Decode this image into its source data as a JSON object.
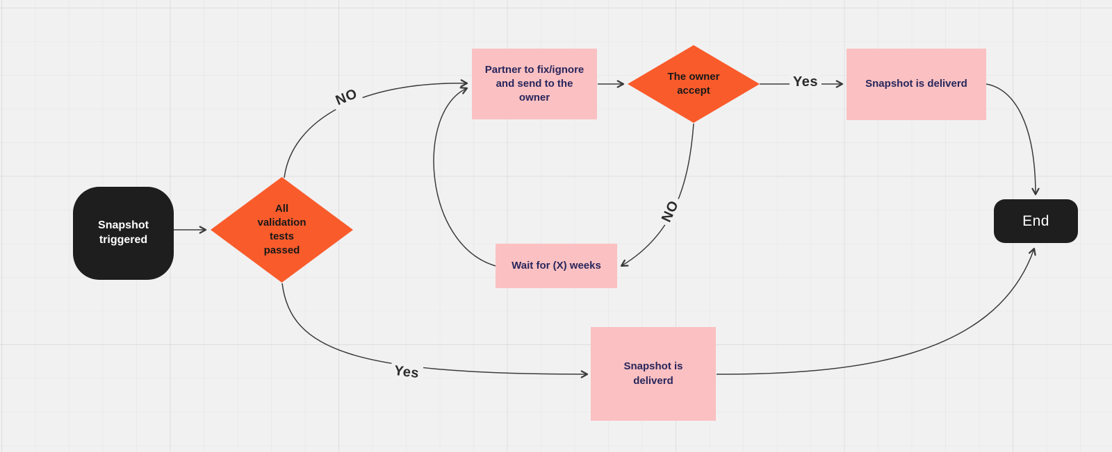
{
  "diagram": {
    "background": "#f1f1f2",
    "accent_orange": "#f95b2b",
    "accent_pink": "#fbc0c1",
    "terminal_color": "#1e1e1e",
    "process_text_color": "#27265c",
    "edge_color": "#3a3a3a",
    "nodes": {
      "start": "Snapshot\ntriggered",
      "validation": "All\nvalidation\ntests\npassed",
      "partner": "Partner to fix/ignore\nand send to the\nowner",
      "owner_accept": "The owner\naccept",
      "delivered_top": "Snapshot is deliverd",
      "wait": "Wait for (X) weeks",
      "delivered_bottom": "Snapshot is\ndeliverd",
      "end": "End"
    },
    "edge_labels": {
      "no_top": "NO",
      "yes_top": "Yes",
      "no_right": "NO",
      "yes_bottom": "Yes"
    }
  }
}
